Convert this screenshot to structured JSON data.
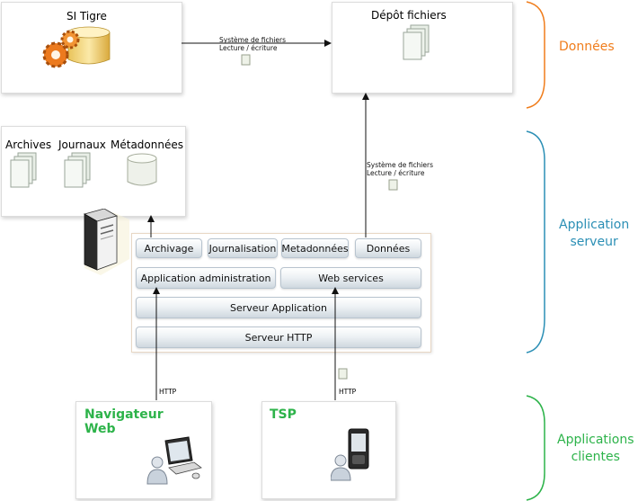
{
  "data_layer": {
    "si_tigre": "SI Tigre",
    "depot_fichiers": "Dépôt fichiers",
    "link_top_line1": "Système de fichiers",
    "link_top_line2": "Lecture / écriture"
  },
  "storage": {
    "archives": "Archives",
    "journaux": "Journaux",
    "metadonnees": "Métadonnées"
  },
  "server": {
    "modules": [
      "Archivage",
      "Journalisation",
      "Metadonnées",
      "Données"
    ],
    "admin_app": "Application administration",
    "web_services": "Web services",
    "app_server": "Serveur Application",
    "http_server": "Serveur HTTP",
    "link_right_line1": "Système de fichiers",
    "link_right_line2": "Lecture / écriture"
  },
  "clients": {
    "browser": [
      "Navigateur",
      "Web"
    ],
    "tsp": "TSP",
    "http_left": "HTTP",
    "http_right": "HTTP"
  },
  "layers": {
    "donnees": "Données",
    "app_serveur": [
      "Application",
      "serveur"
    ],
    "app_clientes": [
      "Applications",
      "clientes"
    ]
  },
  "colors": {
    "donnees": "#f07d1c",
    "app_serveur": "#2b8fb5",
    "app_clientes": "#2db34a"
  }
}
